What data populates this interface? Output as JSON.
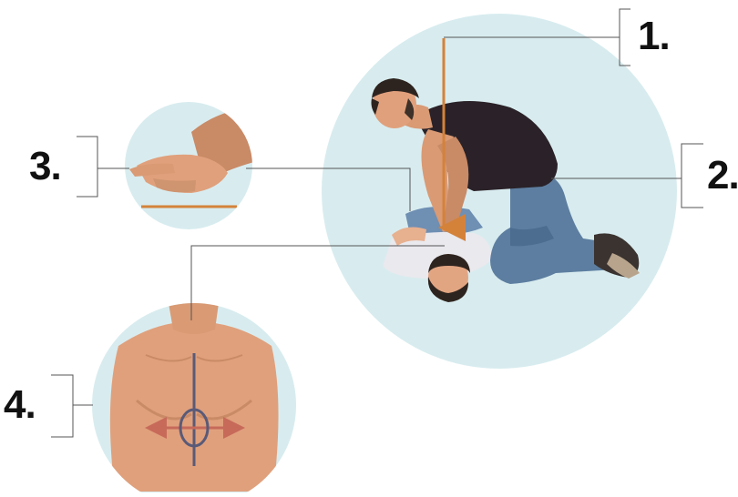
{
  "steps": [
    {
      "label": "1."
    },
    {
      "label": "2."
    },
    {
      "label": "3."
    },
    {
      "label": "4."
    }
  ],
  "colors": {
    "circle_fill": "#d8ecef",
    "orange_guide": "#d4823a",
    "connector_line": "#555555",
    "marker_cross": "#5a5a78",
    "marker_arrow": "#c76a5a",
    "skin": "#e0a07c",
    "shirt": "#2a2228",
    "jeans": "#5d7ea0",
    "hair": "#2e241f"
  },
  "icons": [
    "cpr-compression-scene",
    "hand-interlock-icon",
    "chest-target-icon"
  ]
}
